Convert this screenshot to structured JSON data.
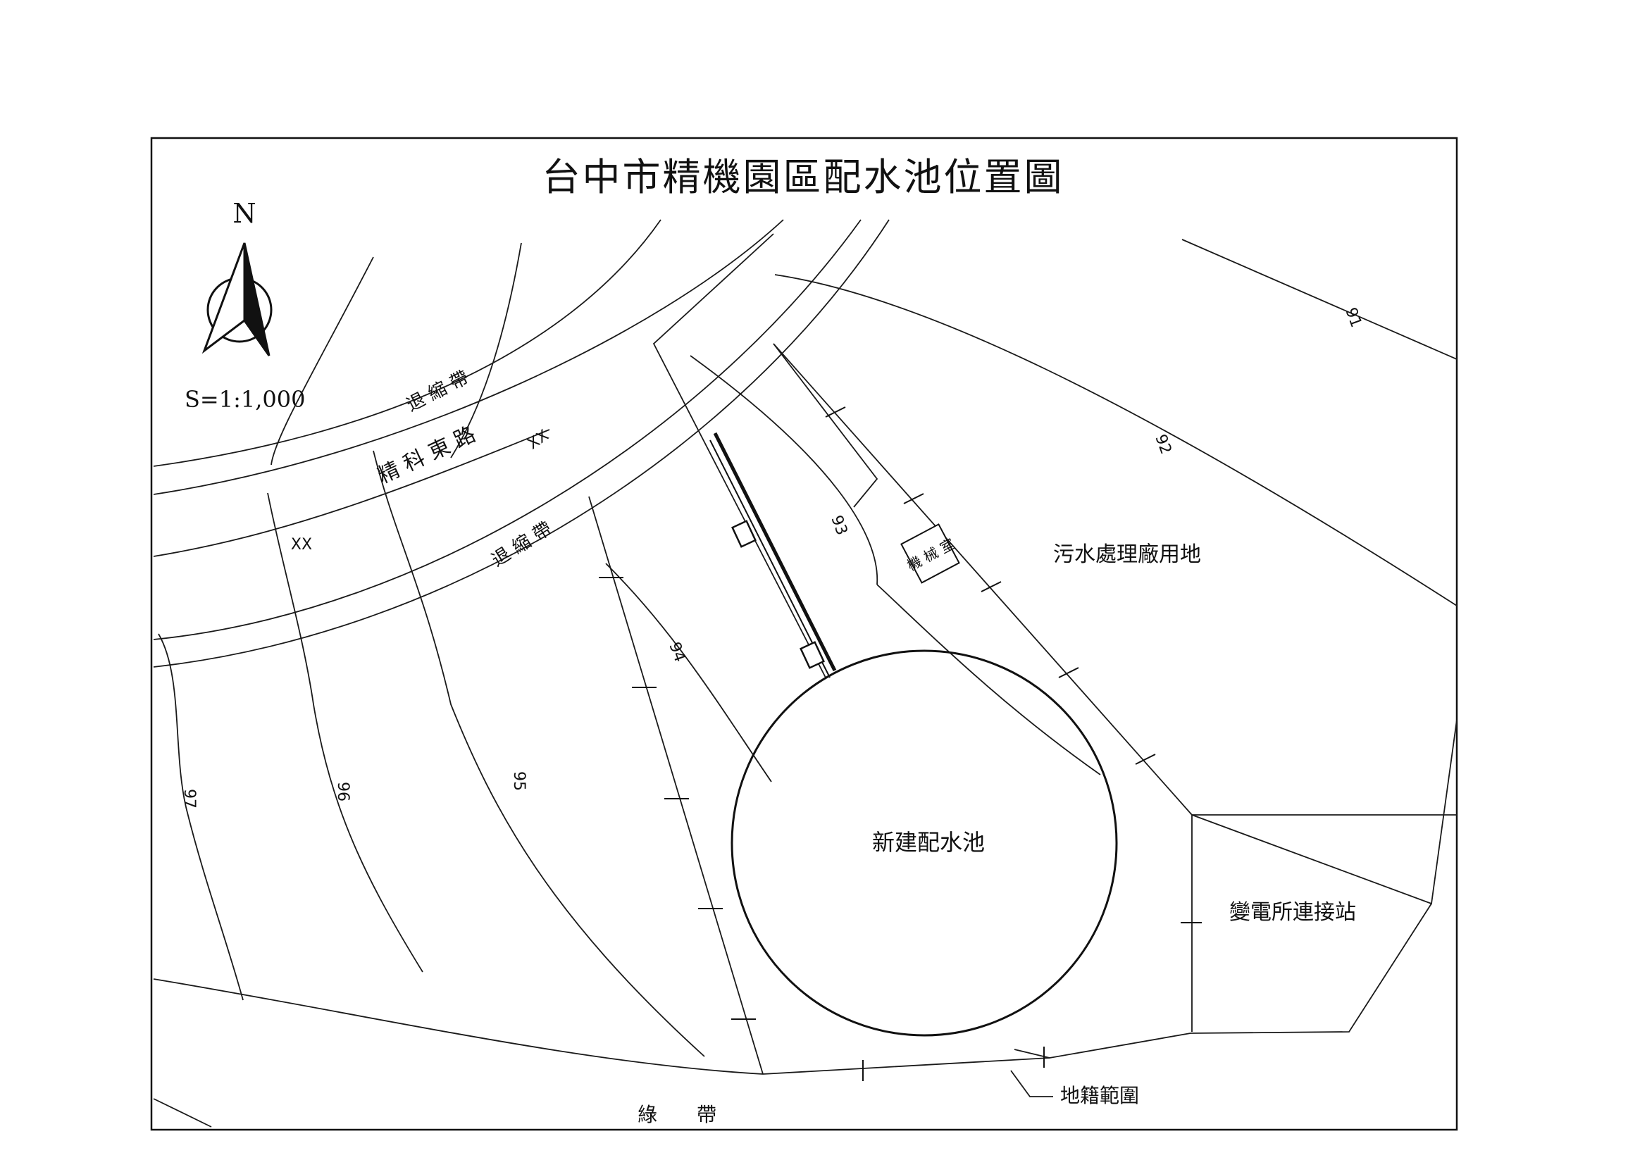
{
  "map": {
    "title": "台中市精機園區配水池位置圖",
    "north_label": "N",
    "scale": "S=1:1,000",
    "labels": {
      "road": "精 科 東 路",
      "setback_band_upper": "退 縮 帶",
      "setback_band_lower": "退 縮 帶",
      "reservoir": "新建配水池",
      "sewage_site": "污水處理廠用地",
      "machine_room": "機 械 室",
      "substation": "變電所連接站",
      "cadastral": "地籍範圍",
      "green_belt": "綠　　帶"
    },
    "contours": [
      "91",
      "92",
      "93",
      "94",
      "95",
      "96",
      "97"
    ],
    "crossings": [
      "XX",
      "XX"
    ]
  }
}
